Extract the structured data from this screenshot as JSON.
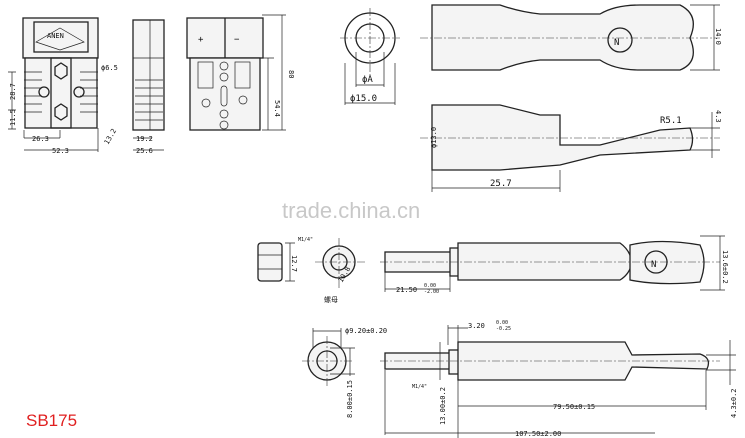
{
  "brand_logo_text": "ANEN",
  "model": "SB175",
  "watermark": "trade.china.cn",
  "polarity": {
    "plus": "+",
    "minus": "−"
  },
  "pin_mark": "N",
  "connector_dims": {
    "hole": "ϕ6.5",
    "h1": "28.7",
    "h2": "11.5",
    "w1": "26.3",
    "w2": "52.3",
    "diag": "13.2",
    "side1": "19.2",
    "side2": "25.6",
    "back_h1": "54.4",
    "back_h2": "80"
  },
  "pin_top_dims": {
    "phiA": "ϕA",
    "phi15": "ϕ15.0",
    "h14": "14.0",
    "r51": "R5.1",
    "d43": "4.3",
    "phi13": "ϕ13.0",
    "l257": "25.7"
  },
  "pin_bottom_dims": {
    "thread": "M1/4\"",
    "thread2": "M1/4\"",
    "nut_h": "12.7",
    "nut_w": "10.8",
    "nut_label": "螺母",
    "l2150": "21.50",
    "l2150_tol_up": "0.00",
    "l2150_tol_dn": "-2.00",
    "h136": "13.6±0.2",
    "phi920": "ϕ9.20±0.20",
    "l320": "3.20",
    "l320_tol_up": "0.00",
    "l320_tol_dn": "-0.25",
    "h800": "8.00±0.15",
    "h1300": "13.00±0.2",
    "l7950": "79.50±0.15",
    "h43": "4.3±0.2",
    "l10750": "107.50±2.00"
  }
}
